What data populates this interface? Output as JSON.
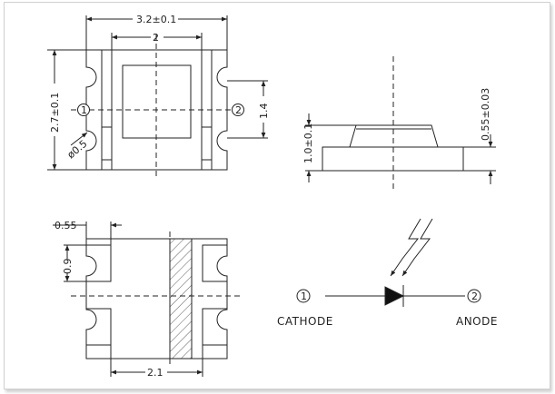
{
  "top_view": {
    "width_label": "3.2±0.1",
    "inner_width_label": "2",
    "height_label": "2.7±0.1",
    "pad_height_label": "1.4",
    "hole_label": "ø0.5",
    "pin1_label": "1",
    "pin2_label": "2"
  },
  "side_view": {
    "total_height_label": "1.0±0.1",
    "lens_height_label": "0.55±0.03"
  },
  "bottom_view": {
    "pad_width_label": "0.55",
    "pad_height_label": "0.9",
    "pitch_label": "2.1"
  },
  "schematic": {
    "pin1_label": "1",
    "pin2_label": "2",
    "cathode_label": "CATHODE",
    "anode_label": "ANODE"
  }
}
